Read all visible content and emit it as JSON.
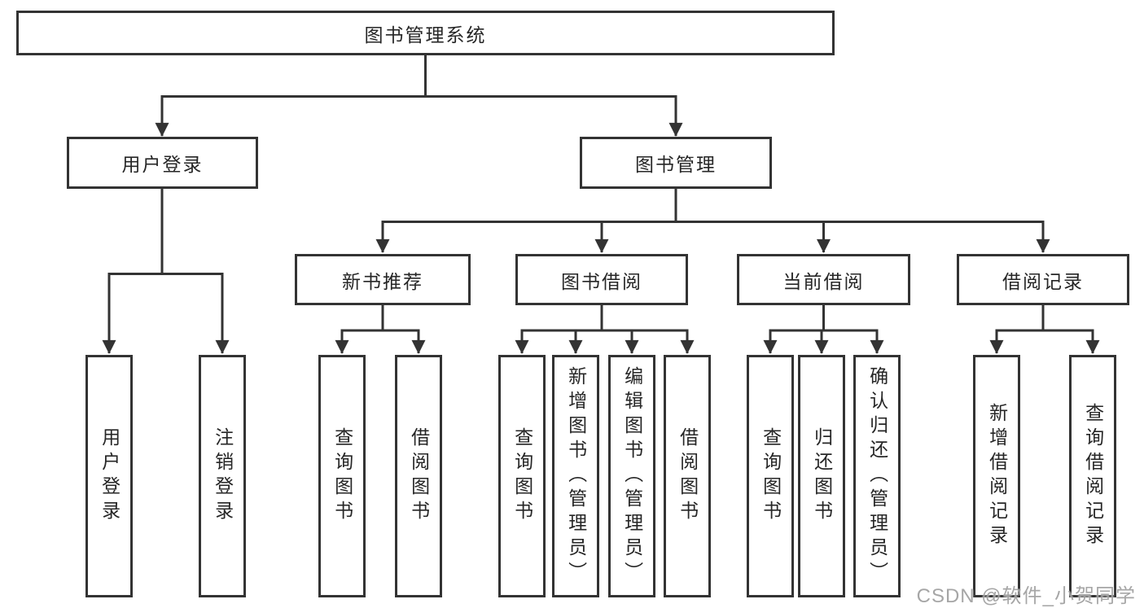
{
  "tree": {
    "root": {
      "label": "图书管理系统"
    },
    "children": [
      {
        "label": "用户登录",
        "children": [
          {
            "label": "用户登录"
          },
          {
            "label": "注销登录"
          }
        ]
      },
      {
        "label": "图书管理",
        "children": [
          {
            "label": "新书推荐",
            "children": [
              {
                "label": "查询图书"
              },
              {
                "label": "借阅图书"
              }
            ]
          },
          {
            "label": "图书借阅",
            "children": [
              {
                "label": "查询图书"
              },
              {
                "label": "新增图书（管理员）"
              },
              {
                "label": "编辑图书（管理员）"
              },
              {
                "label": "借阅图书"
              }
            ]
          },
          {
            "label": "当前借阅",
            "children": [
              {
                "label": "查询图书"
              },
              {
                "label": "归还图书"
              },
              {
                "label": "确认归还（管理员）"
              }
            ]
          },
          {
            "label": "借阅记录",
            "children": [
              {
                "label": "新增借阅记录"
              },
              {
                "label": "查询借阅记录"
              }
            ]
          }
        ]
      }
    ]
  },
  "watermark": "CSDN @软件_小贺同学",
  "colors": {
    "line": "#333333",
    "border": "#333333",
    "text": "#262626",
    "watermark": "#969696",
    "background": "#ffffff"
  }
}
